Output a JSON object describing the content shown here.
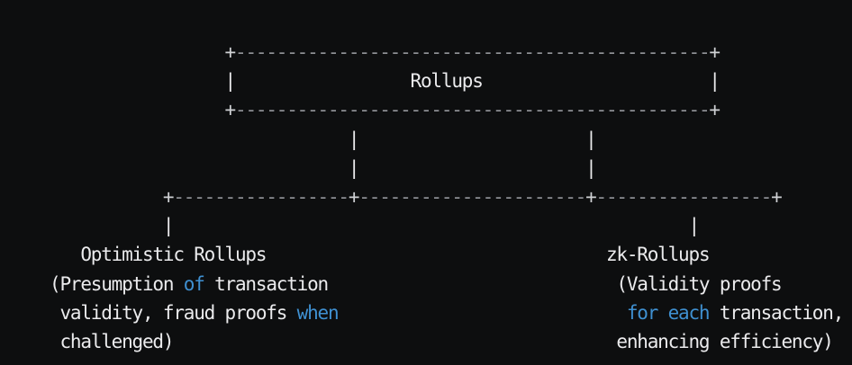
{
  "page": {
    "background": "#0d0e0f"
  },
  "colors": {
    "fg": "#ebebed",
    "dim": "#8f9196",
    "plus": "#cfd1d4",
    "blue": "#3f90d1"
  },
  "diagram": {
    "type": "ascii-tree",
    "root_label": "Rollups",
    "branches": [
      {
        "label": "Optimistic Rollups",
        "description": "(Presumption of transaction validity, fraud proofs when challenged)",
        "highlighted_words": [
          "of",
          "when"
        ]
      },
      {
        "label": "zk-Rollups",
        "description": "(Validity proofs for each transaction, enhancing efficiency)",
        "highlighted_words": [
          "for each"
        ]
      }
    ],
    "lines": [
      [
        {
          "sp": 17
        },
        {
          "t": "+",
          "c": "plus"
        },
        {
          "dash": 46
        },
        {
          "t": "+",
          "c": "plus"
        }
      ],
      [
        {
          "sp": 17
        },
        {
          "t": "|",
          "c": "fg"
        },
        {
          "sp": 17
        },
        {
          "t": "Rollups",
          "c": "fg"
        },
        {
          "sp": 22
        },
        {
          "t": "|",
          "c": "fg"
        }
      ],
      [
        {
          "sp": 17
        },
        {
          "t": "+",
          "c": "plus"
        },
        {
          "dash": 46
        },
        {
          "t": "+",
          "c": "plus"
        }
      ],
      [
        {
          "sp": 29
        },
        {
          "t": "|",
          "c": "fg"
        },
        {
          "sp": 22
        },
        {
          "t": "|",
          "c": "fg"
        }
      ],
      [
        {
          "sp": 29
        },
        {
          "t": "|",
          "c": "fg"
        },
        {
          "sp": 22
        },
        {
          "t": "|",
          "c": "fg"
        }
      ],
      [
        {
          "sp": 11
        },
        {
          "t": "+",
          "c": "plus"
        },
        {
          "dash": 17
        },
        {
          "t": "+",
          "c": "plus"
        },
        {
          "dash": 22
        },
        {
          "t": "+",
          "c": "plus"
        },
        {
          "dash": 17
        },
        {
          "t": "+",
          "c": "plus"
        }
      ],
      [
        {
          "sp": 11
        },
        {
          "t": "|",
          "c": "fg"
        },
        {
          "sp": 50
        },
        {
          "t": "|",
          "c": "fg"
        }
      ],
      [
        {
          "sp": 3
        },
        {
          "t": "Optimistic Rollups",
          "c": "fg"
        },
        {
          "sp": 33
        },
        {
          "t": "zk-Rollups",
          "c": "fg"
        }
      ],
      [
        {
          "t": "(Presumption ",
          "c": "fg"
        },
        {
          "t": "of",
          "c": "blue"
        },
        {
          "t": " transaction",
          "c": "fg"
        },
        {
          "sp": 28
        },
        {
          "t": "(Validity proofs",
          "c": "fg"
        }
      ],
      [
        {
          "t": " validity, fraud proofs ",
          "c": "fg"
        },
        {
          "t": "when",
          "c": "blue"
        },
        {
          "sp": 28
        },
        {
          "t": "for each",
          "c": "blue"
        },
        {
          "t": " transaction,",
          "c": "fg"
        }
      ],
      [
        {
          "t": " challenged)",
          "c": "fg"
        },
        {
          "sp": 43
        },
        {
          "t": "enhancing efficiency)",
          "c": "fg"
        }
      ]
    ]
  }
}
